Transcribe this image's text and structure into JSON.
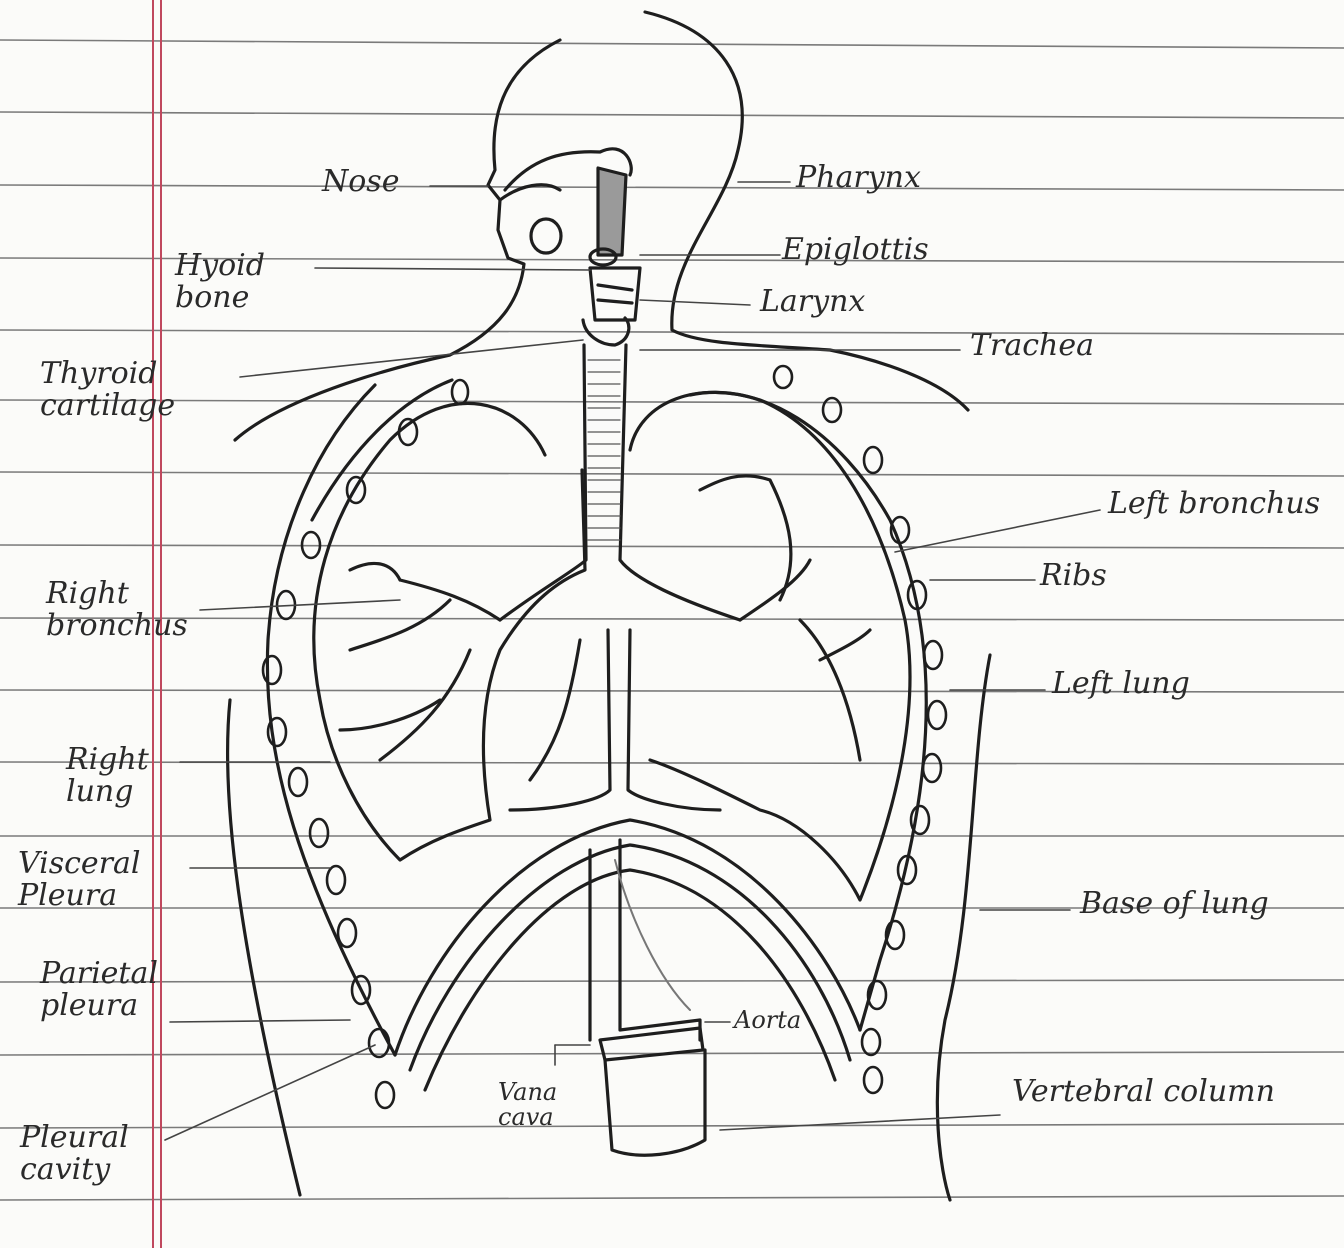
{
  "diagram": {
    "labels": {
      "nose": "Nose",
      "pharynx": "Pharynx",
      "epiglottis": "Epiglottis",
      "larynx": "Larynx",
      "trachea": "Trachea",
      "hyoid_bone": "Hyoid\nbone",
      "thyroid_cartilage": "Thyroid\ncartilage",
      "left_bronchus": "Left bronchus",
      "ribs": "Ribs",
      "right_bronchus": "Right\nbronchus",
      "left_lung": "Left lung",
      "right_lung": "Right\nlung",
      "visceral_pleura": "Visceral\nPleura",
      "parietal_pleura": "Parietal\npleura",
      "base_of_lung": "Base of lung",
      "aorta": "Aorta",
      "vena_cava": "Vana\ncava",
      "vertebral_column": "Vertebral column",
      "pleural_cavity": "Pleural\ncavity"
    },
    "colors": {
      "ink": "#1e1e1e",
      "ruled_line": "#6f6f6f",
      "margin_line": "#c0485e",
      "paper": "#fbfbf9"
    }
  }
}
